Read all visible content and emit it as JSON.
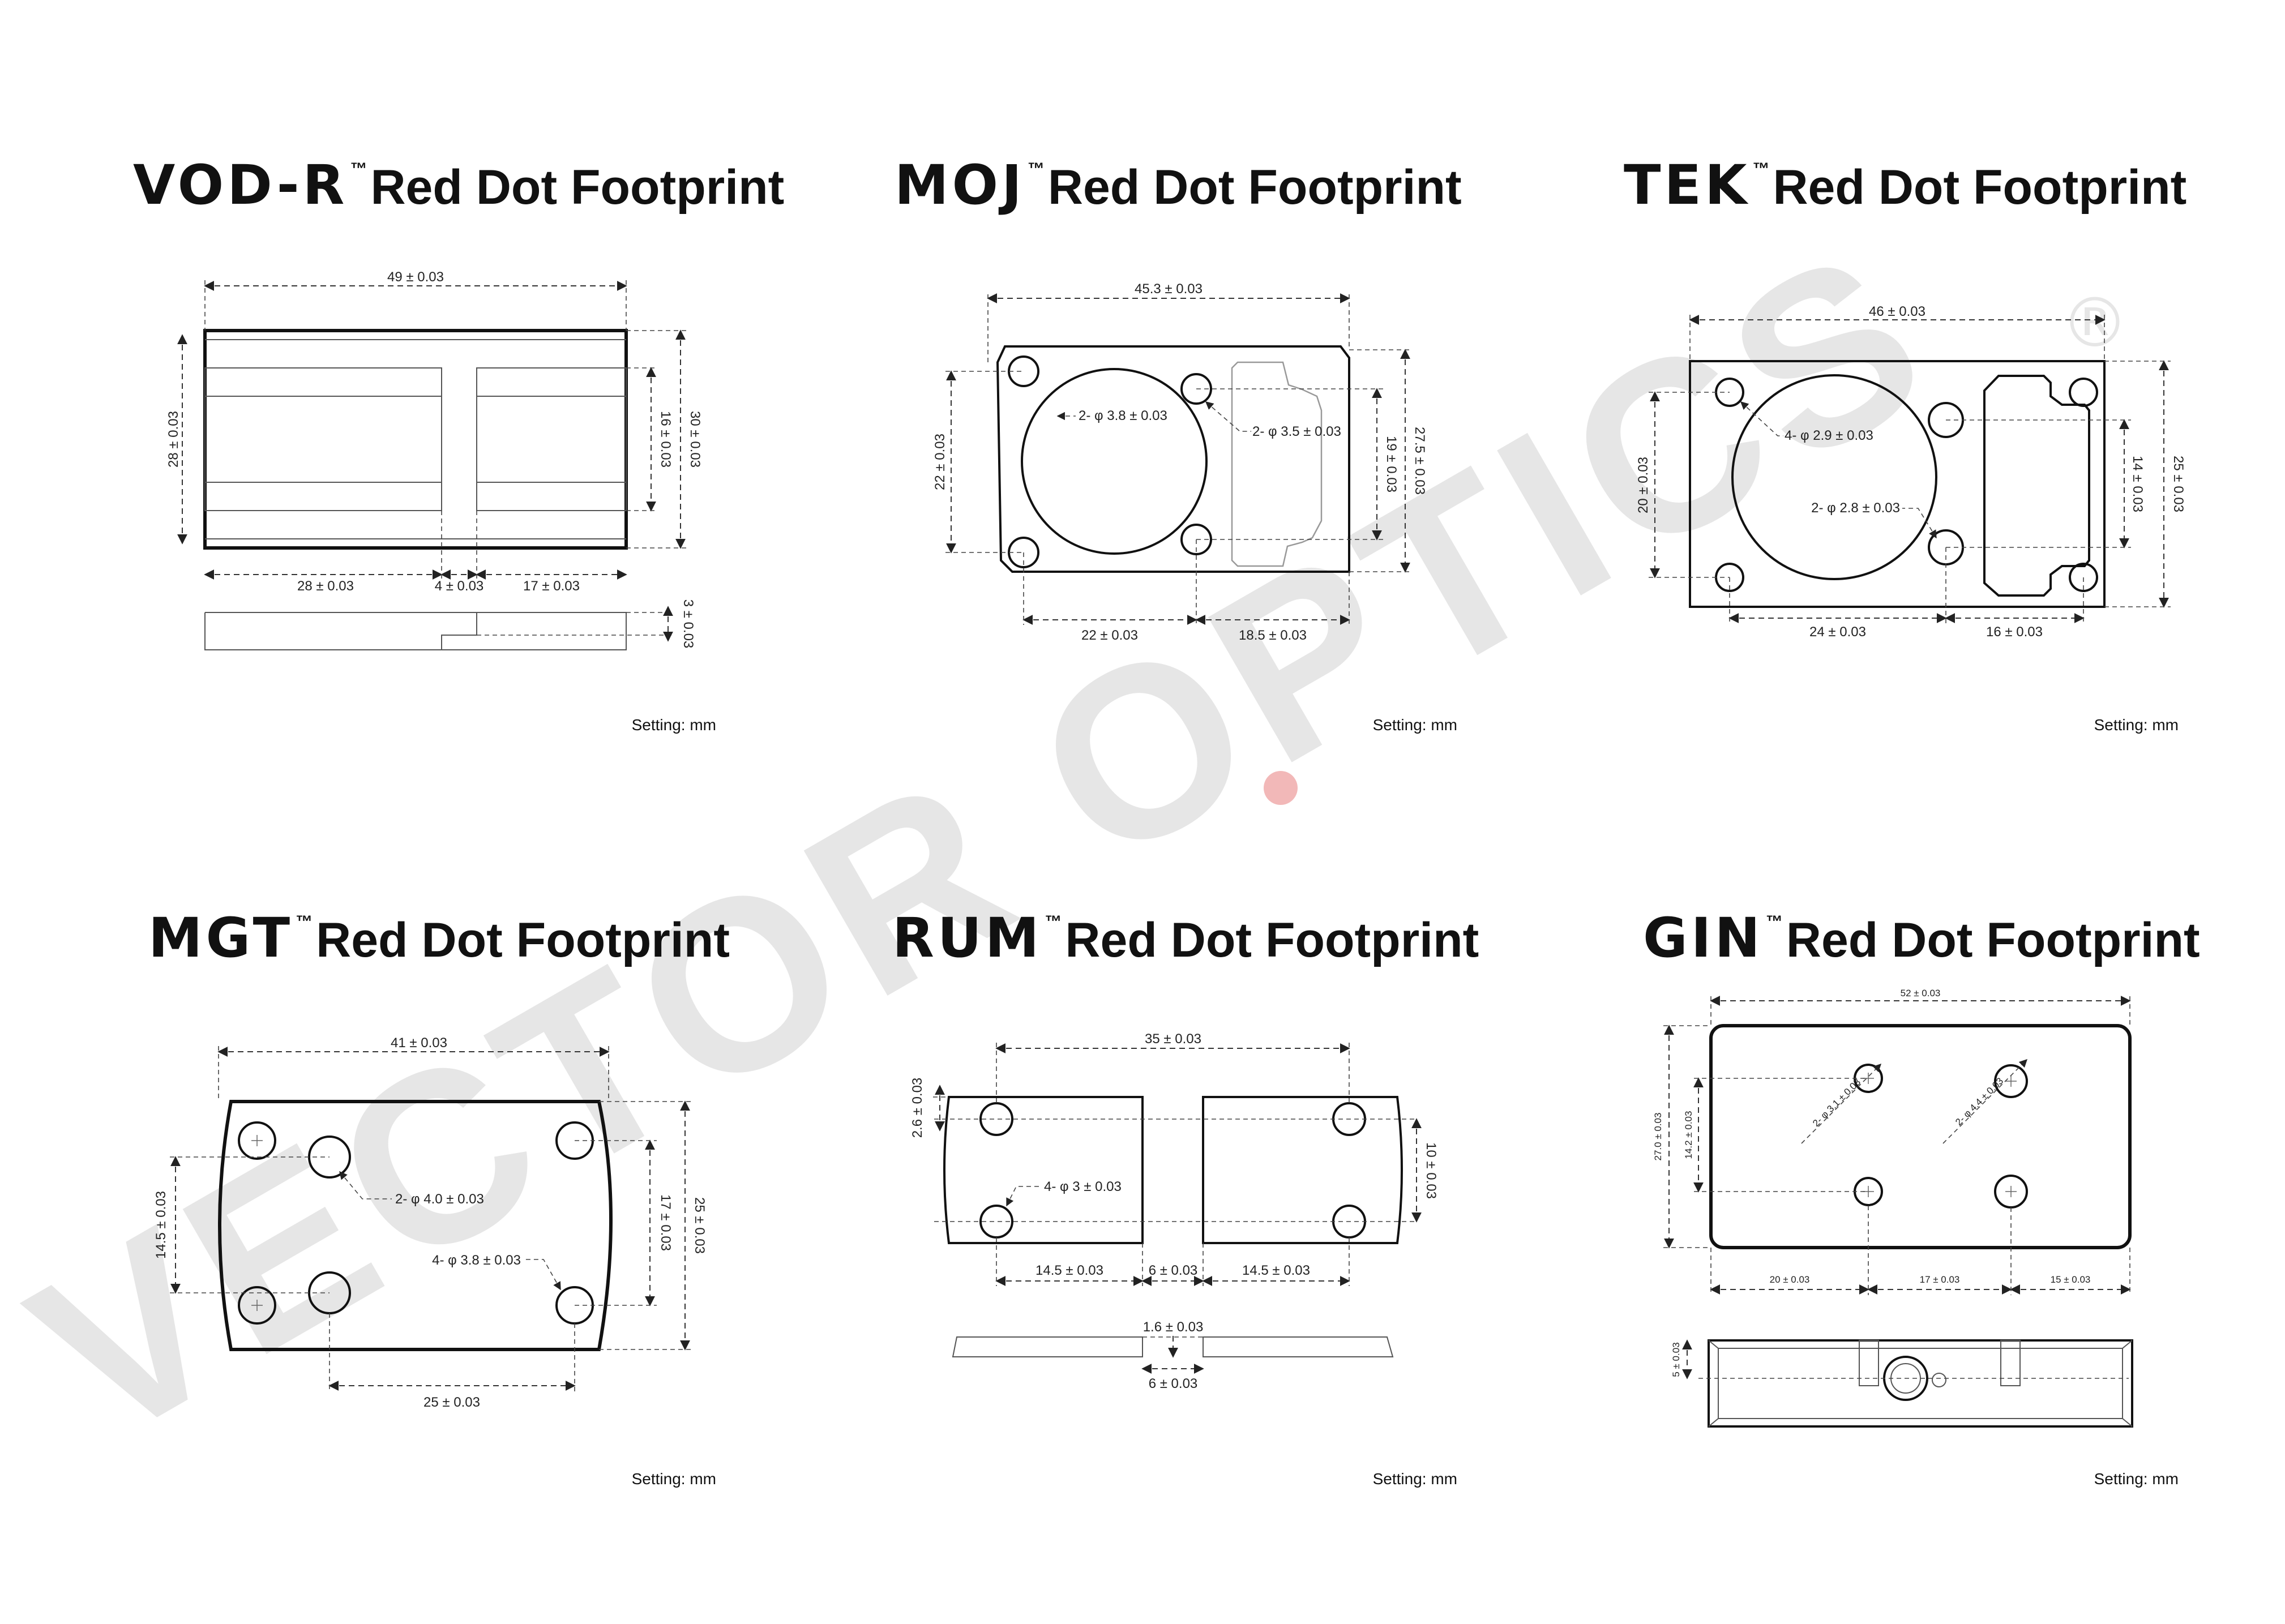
{
  "watermark": {
    "text": "VECTOR OPTICS",
    "registered": "®",
    "accent_color": "#f2b8b8"
  },
  "common": {
    "tm": "™",
    "title_suffix": "Red Dot Footprint",
    "units": "Setting: mm"
  },
  "panels": [
    {
      "brand": "VOD-R",
      "dims": [
        "49 ± 0.03",
        "28 ± 0.03",
        "16 ± 0.03",
        "30 ± 0.03",
        "28 ± 0.03",
        "4 ± 0.03",
        "17 ± 0.03",
        "3 ± 0.03"
      ]
    },
    {
      "brand": "MOJ",
      "dims": [
        "45.3 ± 0.03",
        "22 ± 0.03",
        "2- φ 3.8 ± 0.03",
        "2- φ 3.5 ± 0.03",
        "19 ± 0.03",
        "27.5 ± 0.03",
        "22 ± 0.03",
        "18.5 ± 0.03"
      ]
    },
    {
      "brand": "TEK",
      "dims": [
        "46 ± 0.03",
        "20 ± 0.03",
        "4- φ 2.9 ± 0.03",
        "2- φ 2.8 ± 0.03",
        "14 ± 0.03",
        "25 ± 0.03",
        "24 ± 0.03",
        "16 ± 0.03"
      ]
    },
    {
      "brand": "MGT",
      "dims": [
        "41 ± 0.03",
        "14.5 ± 0.03",
        "2- φ 4.0 ± 0.03",
        "4- φ 3.8 ± 0.03",
        "17 ± 0.03",
        "25 ± 0.03",
        "25 ± 0.03"
      ]
    },
    {
      "brand": "RUM",
      "dims": [
        "35 ± 0.03",
        "2.6 ± 0.03",
        "4- φ 3 ± 0.03",
        "10 ± 0.03",
        "14.5 ± 0.03",
        "6 ± 0.03",
        "14.5 ± 0.03",
        "1.6 ± 0.03",
        "6 ± 0.03"
      ]
    },
    {
      "brand": "GIN",
      "dims": [
        "52 ± 0.03",
        "27.0 ± 0.03",
        "14.2 ± 0.03",
        "2- φ 3.1 ± 0.03",
        "2- φ 4.4 ± 0.03",
        "20 ± 0.03",
        "17 ± 0.03",
        "15 ± 0.03",
        "5 ± 0.03"
      ]
    }
  ]
}
